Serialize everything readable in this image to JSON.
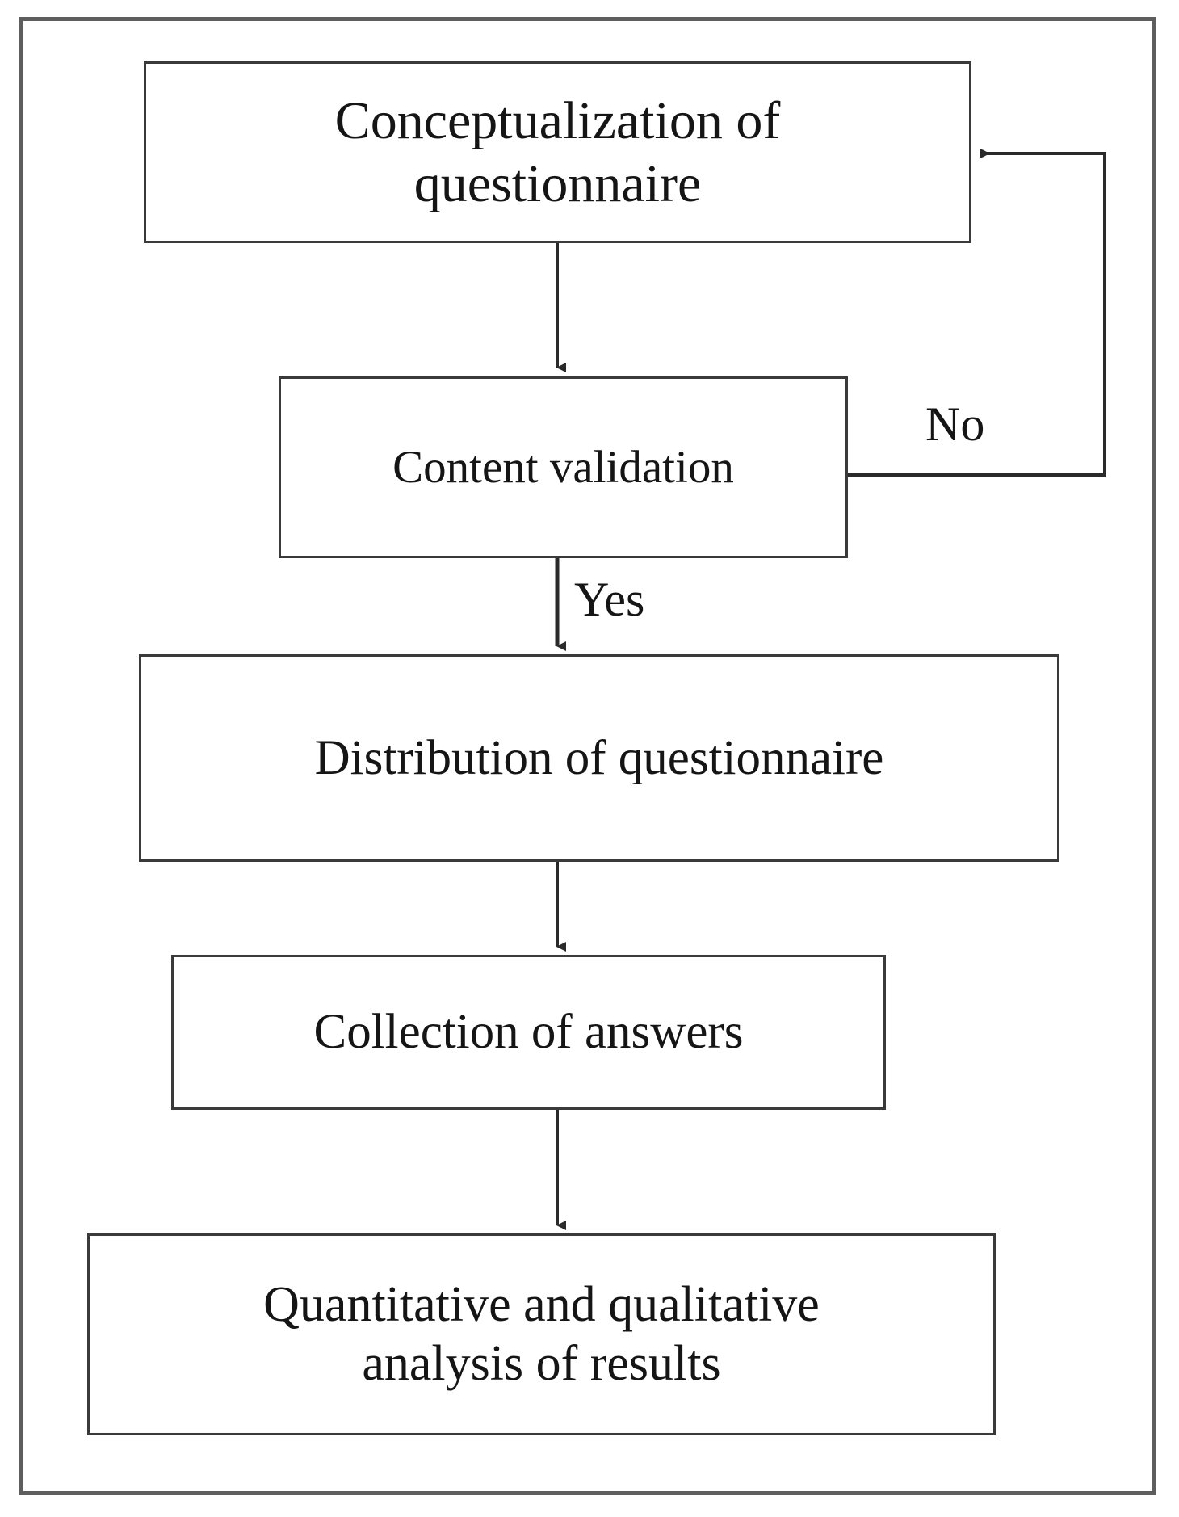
{
  "diagram": {
    "type": "flowchart",
    "title": "Questionnaire research process flowchart",
    "orientation": "top-to-bottom",
    "colors": {
      "background": "#ffffff",
      "frame_stroke": "#5e5e5e",
      "node_stroke": "#3a3a3a",
      "text": "#151515",
      "arrow": "#2a2a2a"
    },
    "nodes": [
      {
        "id": "conceptualization",
        "label": "Conceptualization of\nquestionnaire",
        "shape": "rectangle",
        "order": 1
      },
      {
        "id": "content-validation",
        "label": "Content validation",
        "shape": "rectangle",
        "order": 2
      },
      {
        "id": "distribution",
        "label": "Distribution of questionnaire",
        "shape": "rectangle",
        "order": 3
      },
      {
        "id": "collection",
        "label": "Collection of answers",
        "shape": "rectangle",
        "order": 4
      },
      {
        "id": "analysis",
        "label": "Quantitative and qualitative\nanalysis of results",
        "shape": "rectangle",
        "order": 5
      }
    ],
    "edges": [
      {
        "id": "e1",
        "from": "conceptualization",
        "to": "content-validation",
        "label": "",
        "style": "straight-down-arrow"
      },
      {
        "id": "e2",
        "from": "content-validation",
        "to": "distribution",
        "label": "Yes",
        "style": "straight-down-arrow"
      },
      {
        "id": "e3",
        "from": "content-validation",
        "to": "conceptualization",
        "label": "No",
        "style": "feedback-loop-right"
      },
      {
        "id": "e4",
        "from": "distribution",
        "to": "collection",
        "label": "",
        "style": "straight-down-arrow"
      },
      {
        "id": "e5",
        "from": "collection",
        "to": "analysis",
        "label": "",
        "style": "straight-down-arrow"
      }
    ],
    "edge_labels": {
      "no": "No",
      "yes": "Yes"
    }
  }
}
